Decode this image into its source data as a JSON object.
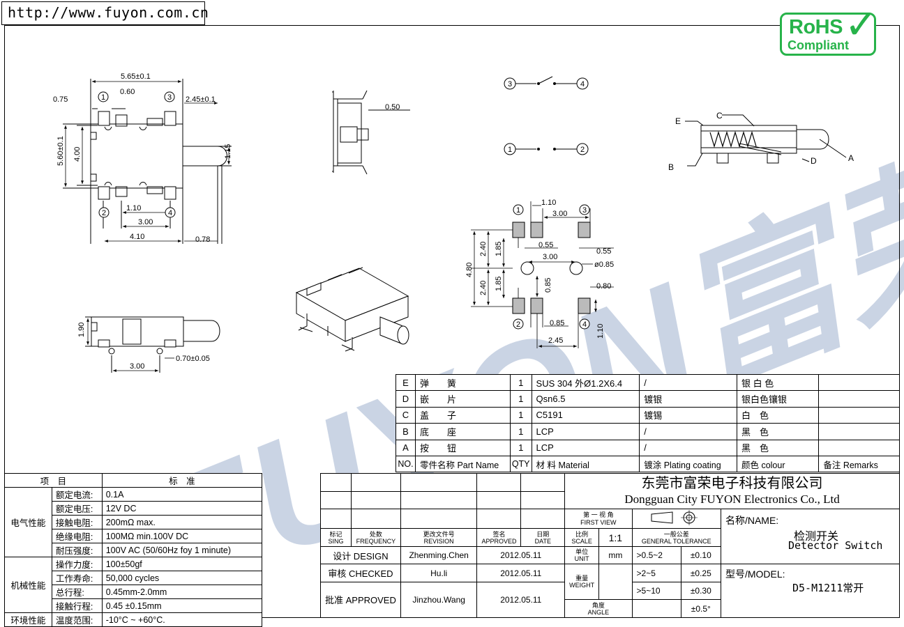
{
  "header": {
    "url": "http://www.fuyon.com.cn",
    "rohs": {
      "line1": "RoHS",
      "line2": "Compliant",
      "color": "#27b34a"
    }
  },
  "watermark": {
    "text": "FUYON富荣",
    "color": "#b9c6dc"
  },
  "dims": {
    "top": {
      "w565": "5.65±0.1",
      "d060": "0.60",
      "d075": "0.75",
      "d245": "2.45±0.1",
      "d560": "5.60±0.1",
      "d400": "4.00",
      "d115": "1.15",
      "d110": "1.10",
      "d300": "3.00",
      "d410": "4.10",
      "d078": "0.78"
    },
    "side": {
      "d050": "0.50"
    },
    "bottom": {
      "d190": "1.90",
      "d300": "3.00",
      "d070": "0.70±0.05"
    },
    "footprint": {
      "d110": "1.10",
      "d300a": "3.00",
      "d480": "4.80",
      "d240a": "2.40",
      "d185a": "1.85",
      "d055a": "0.55",
      "d055b": "0.55",
      "d300b": "3.00",
      "phi085": "ø0.85",
      "d240b": "2.40",
      "d185b": "1.85",
      "d085v": "0.85",
      "d080": "0.80",
      "d085h": "0.85",
      "d245": "2.45",
      "d110v": "1.10"
    },
    "pins": {
      "p1": "1",
      "p2": "2",
      "p3": "3",
      "p4": "4"
    },
    "section": {
      "a": "A",
      "b": "B",
      "c": "C",
      "d": "D",
      "e": "E"
    }
  },
  "bom": {
    "rows": [
      {
        "no": "E",
        "name": "弹　　簧",
        "qty": "1",
        "material": "SUS 304 外Ø1.2X6.4",
        "plating": "/",
        "colour": "银 白 色",
        "remarks": ""
      },
      {
        "no": "D",
        "name": "嵌　　片",
        "qty": "1",
        "material": "Qsn6.5",
        "plating": "镀银",
        "colour": "银白色镶银",
        "remarks": ""
      },
      {
        "no": "C",
        "name": "盖　　子",
        "qty": "1",
        "material": "C5191",
        "plating": "镀锡",
        "colour": "白　色",
        "remarks": ""
      },
      {
        "no": "B",
        "name": "底　　座",
        "qty": "1",
        "material": "LCP",
        "plating": "/",
        "colour": "黑　色",
        "remarks": ""
      },
      {
        "no": "A",
        "name": "按　　钮",
        "qty": "1",
        "material": "LCP",
        "plating": "/",
        "colour": "黑　色",
        "remarks": ""
      }
    ],
    "header": {
      "no": "NO.",
      "name": "零件名称 Part Name",
      "qty": "QTY",
      "material": "材 料  Material",
      "plating": "镀涂 Plating coating",
      "colour": "颜色  colour",
      "remarks": "备注 Remarks"
    }
  },
  "spec": {
    "head": {
      "item": "项　目",
      "standard": "标　准"
    },
    "groups": {
      "electrical": "电气性能",
      "mechanical": "机械性能",
      "environment": "环境性能"
    },
    "rows": [
      {
        "label": "额定电流:",
        "value": "0.1A"
      },
      {
        "label": "额定电压:",
        "value": "12V  DC"
      },
      {
        "label": "接触电阻:",
        "value": "200mΩ max."
      },
      {
        "label": "绝缘电阻:",
        "value": "100MΩ min.100V  DC"
      },
      {
        "label": "耐压强度:",
        "value": "100V  AC (50/60Hz foy 1 minute)"
      },
      {
        "label": "操作力度:",
        "value": "100±50gf"
      },
      {
        "label": "工作寿命:",
        "value": "50,000 cycles"
      },
      {
        "label": "总行程:",
        "value": "0.45mm-2.0mm"
      },
      {
        "label": "接触行程:",
        "value": "0.45 ±0.15mm"
      },
      {
        "label": "温度范围:",
        "value": "-10°C ~ +60°C."
      }
    ]
  },
  "titleblock": {
    "company_cn": "东莞市富荣电子科技有限公司",
    "company_en": "Dongguan City FUYON Electronics Co., Ltd",
    "mark": "标记",
    "mark_en": "SING",
    "freq": "处数",
    "freq_en": "FREQUENCY",
    "rev": "更改文件号",
    "rev_en": "REVISION",
    "appr": "签名",
    "appr_en": "APPROVED",
    "date": "日期",
    "date_en": "DATE",
    "scale": "比例",
    "scale_en": "SCALE",
    "scale_val": "1:1",
    "unit": "单位",
    "unit_en": "UNIT",
    "unit_val": "mm",
    "weight": "重量",
    "weight_en": "WEIGHT",
    "angle": "角度",
    "angle_en": "ANGLE",
    "first_view": "第 一 视 角",
    "first_view_en": "FIRST VIEW",
    "gen_tol": "一般公差",
    "gen_tol_en": "GENERAL TOLERANCE",
    "design": "设计 DESIGN",
    "designer": "Zhenming.Chen",
    "design_date": "2012.05.11",
    "checked": "审核 CHECKED",
    "checker": "Hu.li",
    "checked_date": "2012.05.11",
    "approved": "批准 APPROVED",
    "approver": "Jinzhou.Wang",
    "approved_date": "2012.05.11",
    "tol": [
      {
        "range": ">0.5~2",
        "value": "±0.10"
      },
      {
        "range": ">2~5",
        "value": "±0.25"
      },
      {
        "range": ">5~10",
        "value": "±0.30"
      }
    ],
    "angle_tol": "±0.5°",
    "name_label": "名称/NAME:",
    "name_cn": "检测开关",
    "name_en": "Detector Switch",
    "model_label": "型号/MODEL:",
    "model": "D5-M1211常开"
  }
}
